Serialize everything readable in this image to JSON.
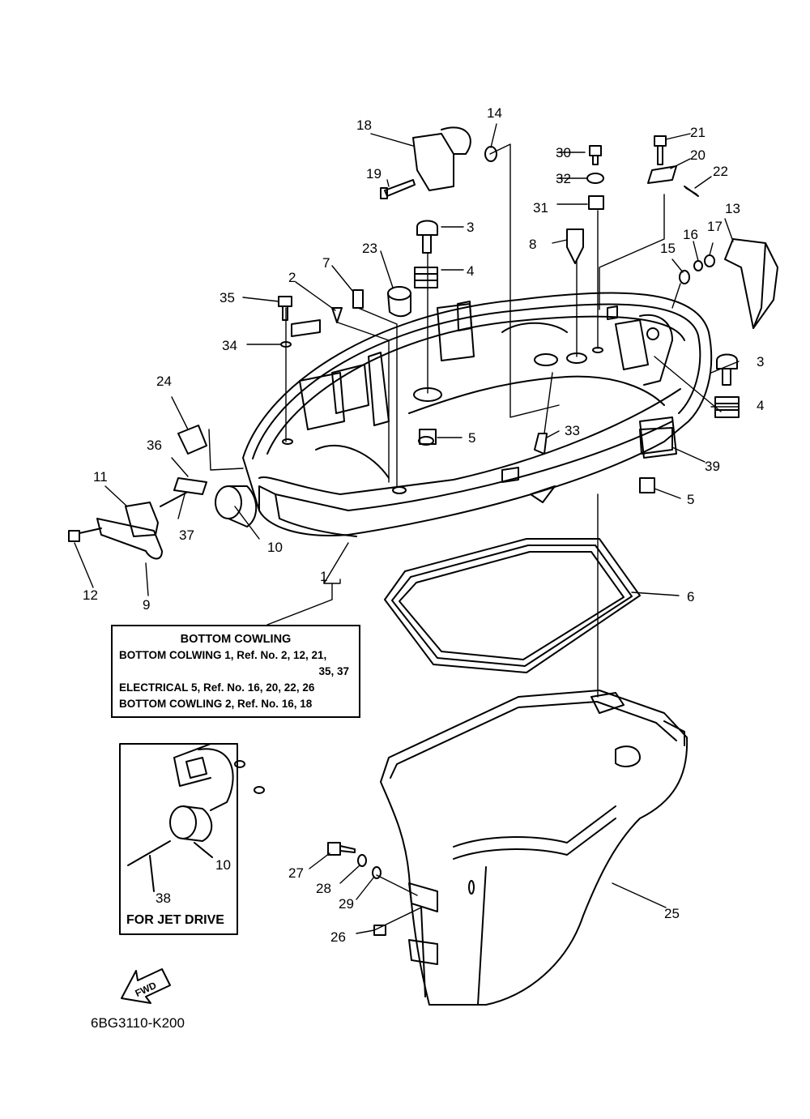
{
  "callouts": [
    "1",
    "2",
    "3",
    "4",
    "5",
    "6",
    "7",
    "8",
    "9",
    "10",
    "11",
    "12",
    "13",
    "14",
    "15",
    "16",
    "17",
    "18",
    "19",
    "20",
    "21",
    "22",
    "23",
    "24",
    "25",
    "26",
    "27",
    "28",
    "29",
    "30",
    "31",
    "32",
    "33",
    "34",
    "35",
    "36",
    "37",
    "38",
    "39"
  ],
  "note_box": {
    "title": "BOTTOM  COWLING",
    "lines": [
      "BOTTOM  COLWING  1,  Ref.  No.  2,  12,  21,",
      "35,  37",
      "ELECTRICAL  5,  Ref.  No.  16,  20,  22,  26",
      "BOTTOM  COWLING  2,  Ref.  No.  16,  18"
    ]
  },
  "inset": {
    "caption": "FOR JET DRIVE",
    "label_10": "10",
    "label_38": "38"
  },
  "fwd_arrow": {
    "text": "FWD"
  },
  "drawing_code": "6BG3110-K200"
}
